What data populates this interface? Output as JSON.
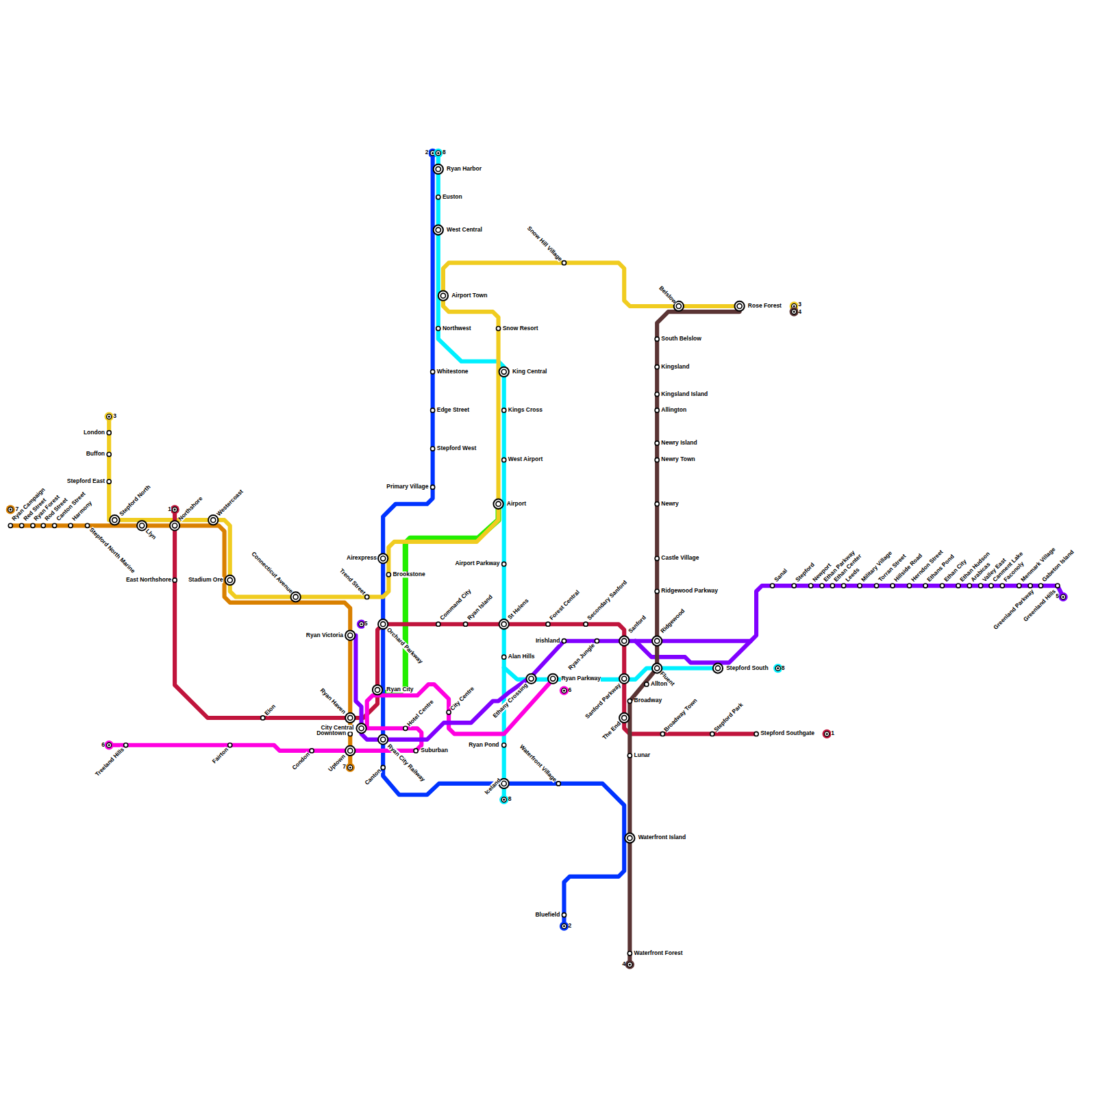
{
  "diagram": {
    "labels": [
      "7",
      "Ryan Campaign",
      "Red Street",
      "Ryan Forest",
      "Rod Street",
      "Canton Street",
      "Harmony",
      "Stepford North Marine",
      "3",
      "London",
      "Buffon",
      "Stepford East",
      "Stepford North",
      "Llyn",
      "1",
      "Northshore",
      "Westercoast",
      "East Northshore",
      "Stadium Ore",
      "Connecticut Avenue",
      "Trend Street",
      "Airexpress",
      "Brookstone",
      "5",
      "Orchard Parkway",
      "Ryan Victoria",
      "Ryan City",
      "Ryan Haven",
      "Elon",
      "City Central",
      "Downtown",
      "Hotel Centre",
      "City Centre",
      "Ryan City Railway",
      "Suburban",
      "6",
      "Treeland Hills",
      "Fairton",
      "Condon",
      "Uptown",
      "7",
      "Canton",
      "2",
      "8",
      "Ryan Harbor",
      "Euston",
      "West Central",
      "Snow Hill Village",
      "Airport Town",
      "Northwest",
      "Snow Resort",
      "Whitestone",
      "King Central",
      "Edge Street",
      "Kings Cross",
      "Stepford West",
      "West Airport",
      "Primary Village",
      "Airport",
      "Airport Parkway",
      "Command City",
      "Ryan Island",
      "St Helens",
      "Forest Central",
      "Secondary Sanford",
      "Irishland",
      "Ryan Jungle",
      "Alan Hills",
      "Ethany Crossing",
      "Ryan Parkway",
      "6",
      "Ryan Pond",
      "Iceland",
      "8",
      "Waterfront Village",
      "Bluefield",
      "2",
      "Belslow",
      "Rose Forest",
      "3",
      "4",
      "South Belslow",
      "Kingsland",
      "Kingsland Island",
      "Allington",
      "Newry Island",
      "Newry Town",
      "Newry",
      "Castle Village",
      "Ridgewood Parkway",
      "Sanford",
      "Ridgewood",
      "Sanford Parkway",
      "Fluent",
      "Stepford South",
      "8",
      "Allton",
      "Broadway",
      "The End",
      "Broadway Town",
      "Stepford Park",
      "Stepford Southgate",
      "1",
      "Lunar",
      "Waterfront Island",
      "Waterfront Forest",
      "4",
      "Sanal",
      "Stepford",
      "Newport",
      "Ethan Parkway",
      "Ethan Center",
      "Leeds",
      "Military Village",
      "Torran Street",
      "Hillside Road",
      "Herndon Street",
      "Ethans Pond",
      "Ethan City",
      "Ethan Hudson",
      "Arabicas",
      "Valley East",
      "Canment Lake",
      "Faconoly",
      "Menmark Village",
      "Gabeton Island",
      "Greenland Parkway",
      "Greenland Hills",
      "5"
    ]
  }
}
